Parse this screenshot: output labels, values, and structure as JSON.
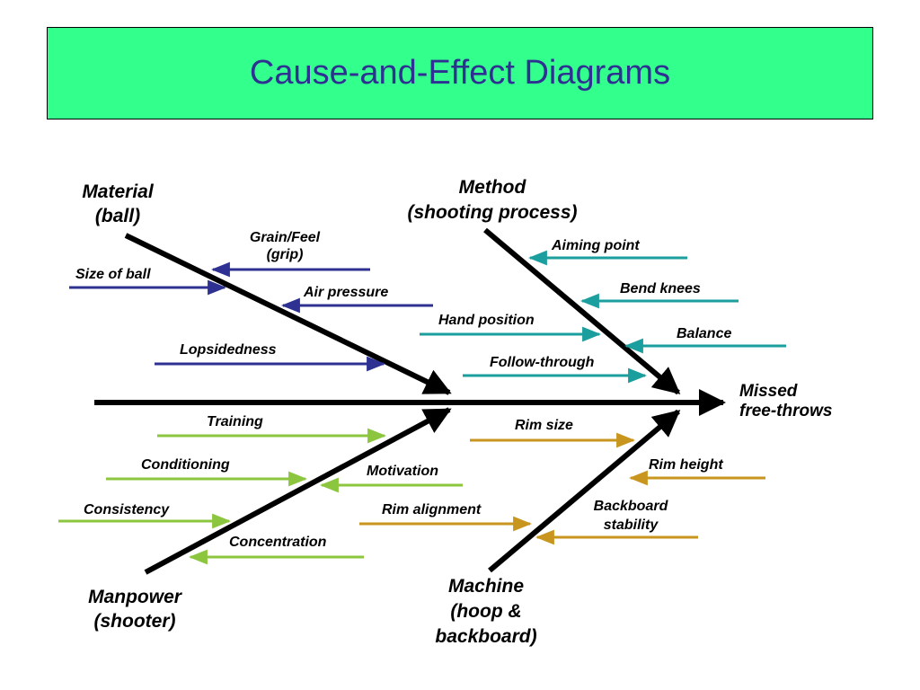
{
  "title": "Cause-and-Effect Diagrams",
  "colors": {
    "title_bg": "#33FF8C",
    "title_text": "#2E3192",
    "spine": "#000000",
    "material": "#2E3192",
    "method": "#1A9E9E",
    "manpower": "#8CC63F",
    "machine": "#C8961E"
  },
  "effect": {
    "line1": "Missed",
    "line2": "free-throws"
  },
  "categories": {
    "material": {
      "line1": "Material",
      "line2": "(ball)"
    },
    "method": {
      "line1": "Method",
      "line2": "(shooting process)"
    },
    "manpower": {
      "line1": "Manpower",
      "line2": "(shooter)"
    },
    "machine": {
      "line1": "Machine",
      "line2": "(hoop &",
      "line3": "backboard)"
    }
  },
  "causes": {
    "material": {
      "grain_line1": "Grain/Feel",
      "grain_line2": "(grip)",
      "size": "Size of ball",
      "air": "Air pressure",
      "lopsided": "Lopsidedness"
    },
    "method": {
      "aiming": "Aiming point",
      "knees": "Bend knees",
      "hand": "Hand position",
      "balance": "Balance",
      "follow": "Follow-through"
    },
    "manpower": {
      "training": "Training",
      "conditioning": "Conditioning",
      "motivation": "Motivation",
      "consistency": "Consistency",
      "concentration": "Concentration"
    },
    "machine": {
      "rim_size": "Rim size",
      "rim_height": "Rim height",
      "rim_alignment": "Rim alignment",
      "backboard_line1": "Backboard",
      "backboard_line2": "stability"
    }
  }
}
